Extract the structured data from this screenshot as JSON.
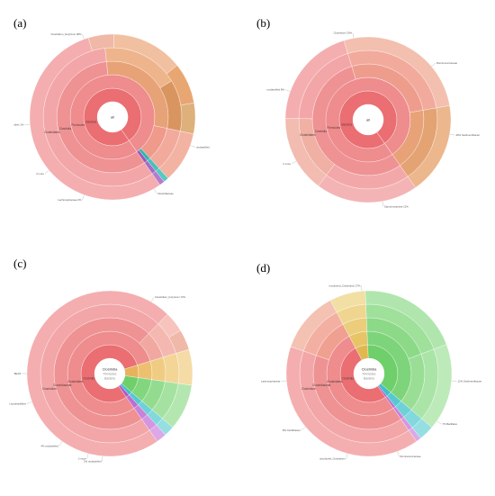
{
  "panels": [
    {
      "label": "(a)",
      "center_lines": [
        "all"
      ],
      "ring_labels": [
        "Bacteria",
        "Firmicutes",
        "Clostridia",
        "Clostridiales"
      ],
      "rings": [
        [
          {
            "v": 1,
            "c": "#ea6e72"
          }
        ],
        [
          {
            "v": 1,
            "c": "#ee8c8e"
          }
        ],
        [
          {
            "v": 0.58,
            "c": "#ef9294"
          },
          {
            "v": 0.3,
            "c": "#e8a277"
          },
          {
            "v": 0.1,
            "c": "#ef9a8a"
          },
          {
            "v": 0.01,
            "c": "#2bb8b0"
          },
          {
            "v": 0.01,
            "c": "#9b59b6"
          }
        ],
        [
          {
            "v": 0.58,
            "c": "#f3a6a7"
          },
          {
            "v": 0.18,
            "c": "#eeb58c"
          },
          {
            "v": 0.12,
            "c": "#d99560"
          },
          {
            "v": 0.1,
            "c": "#f2aa9c"
          },
          {
            "v": 0.01,
            "c": "#44c2ba"
          },
          {
            "v": 0.01,
            "c": "#a86ac4"
          }
        ],
        [
          {
            "v": 0.55,
            "c": "#f4aeb0"
          },
          {
            "v": 0.05,
            "c": "#f0b8a6"
          },
          {
            "v": 0.14,
            "c": "#f1c0a0"
          },
          {
            "v": 0.08,
            "c": "#e8a772"
          },
          {
            "v": 0.06,
            "c": "#ddb07c"
          },
          {
            "v": 0.1,
            "c": "#f3b3a3"
          },
          {
            "v": 0.01,
            "c": "#58c9c1"
          },
          {
            "v": 0.01,
            "c": "#b57bcf"
          }
        ]
      ],
      "outer_labels": [
        {
          "a": 250,
          "t": "Clostridium_butyricum 38%"
        },
        {
          "a": 20,
          "t": "unclassified"
        },
        {
          "a": 60,
          "t": "Clostridiaceae"
        },
        {
          "a": 110,
          "t": "Lachnospiraceae 6%"
        },
        {
          "a": 140,
          "t": "2 more"
        },
        {
          "a": 175,
          "t": "other 1%"
        }
      ]
    },
    {
      "label": "(b)",
      "center_lines": [
        "all"
      ],
      "ring_labels": [
        "Bacteria",
        "Firmicutes",
        "Clostridia",
        "Clostridiales"
      ],
      "rings": [
        [
          {
            "v": 1,
            "c": "#ea6e72"
          }
        ],
        [
          {
            "v": 1,
            "c": "#ee8c8e"
          }
        ],
        [
          {
            "v": 0.55,
            "c": "#ef9294"
          },
          {
            "v": 0.27,
            "c": "#ee9d8d"
          },
          {
            "v": 0.18,
            "c": "#e8a277"
          }
        ],
        [
          {
            "v": 0.2,
            "c": "#f2a8a9"
          },
          {
            "v": 0.15,
            "c": "#f0b0a4"
          },
          {
            "v": 0.2,
            "c": "#f3a6a7"
          },
          {
            "v": 0.27,
            "c": "#f2aa9c"
          },
          {
            "v": 0.18,
            "c": "#e3a373"
          }
        ],
        [
          {
            "v": 0.2,
            "c": "#f4b4b5"
          },
          {
            "v": 0.15,
            "c": "#f2bcb0"
          },
          {
            "v": 0.2,
            "c": "#f4aeb0"
          },
          {
            "v": 0.27,
            "c": "#f3bfae"
          },
          {
            "v": 0.18,
            "c": "#ecb78d"
          }
        ]
      ],
      "outer_labels": [
        {
          "a": 10,
          "t": "40% Sedimentibacter"
        },
        {
          "a": 80,
          "t": "Sporomusaceae 12%"
        },
        {
          "a": 150,
          "t": "2 more"
        },
        {
          "a": 200,
          "t": "unclassified 8%"
        },
        {
          "a": 260,
          "t": "Clostridium 20%"
        },
        {
          "a": 320,
          "t": "Ruminococcaceae"
        }
      ]
    },
    {
      "label": "(c)",
      "center_lines": [
        "Clostridia",
        "Firmicutes",
        "Bacteria"
      ],
      "ring_labels": [
        "Clostridia",
        "Clostridiales",
        "Clostridiaceae",
        "Clostridium"
      ],
      "rings": [
        [
          {
            "v": 0.8,
            "c": "#ea6e72"
          },
          {
            "v": 0.07,
            "c": "#e8b25c"
          },
          {
            "v": 0.09,
            "c": "#6fcf6a"
          },
          {
            "v": 0.02,
            "c": "#3ec0c8"
          },
          {
            "v": 0.02,
            "c": "#b05ac8"
          }
        ],
        [
          {
            "v": 0.8,
            "c": "#ee8c8e"
          },
          {
            "v": 0.07,
            "c": "#edc070"
          },
          {
            "v": 0.09,
            "c": "#82d67e"
          },
          {
            "v": 0.02,
            "c": "#55c9d0"
          },
          {
            "v": 0.02,
            "c": "#bd6ed2"
          }
        ],
        [
          {
            "v": 0.72,
            "c": "#ef9294"
          },
          {
            "v": 0.08,
            "c": "#f1a8a0"
          },
          {
            "v": 0.07,
            "c": "#f0cc82"
          },
          {
            "v": 0.09,
            "c": "#93dc8f"
          },
          {
            "v": 0.02,
            "c": "#6dd1d7"
          },
          {
            "v": 0.02,
            "c": "#c982da"
          }
        ],
        [
          {
            "v": 0.72,
            "c": "#f3a6a7"
          },
          {
            "v": 0.08,
            "c": "#f4b8b0"
          },
          {
            "v": 0.07,
            "c": "#f3d596"
          },
          {
            "v": 0.09,
            "c": "#a5e2a1"
          },
          {
            "v": 0.02,
            "c": "#82d8dd"
          },
          {
            "v": 0.02,
            "c": "#d496e1"
          }
        ],
        [
          {
            "v": 0.72,
            "c": "#f4aeb0"
          },
          {
            "v": 0.04,
            "c": "#f6c4bd"
          },
          {
            "v": 0.04,
            "c": "#f0b8a8"
          },
          {
            "v": 0.07,
            "c": "#f5dca6"
          },
          {
            "v": 0.09,
            "c": "#b4e7b0"
          },
          {
            "v": 0.02,
            "c": "#95dee2"
          },
          {
            "v": 0.02,
            "c": "#dda8e7"
          }
        ]
      ],
      "outer_labels": [
        {
          "a": 300,
          "t": "Clostridium_butyricum 72%"
        },
        {
          "a": 95,
          "t": "2% unclassified"
        },
        {
          "a": 105,
          "t": "2 more"
        },
        {
          "a": 125,
          "t": "4% unclassified"
        },
        {
          "a": 160,
          "t": "Lactobacillales"
        },
        {
          "a": 180,
          "t": "Bacilli"
        }
      ]
    },
    {
      "label": "(d)",
      "center_lines": [
        "Clostridia",
        "Firmicutes",
        "Bacteria"
      ],
      "ring_labels": [
        "Clostridia",
        "Clostridiales",
        "Clostridiaceae",
        "Clostridium"
      ],
      "rings": [
        [
          {
            "v": 0.52,
            "c": "#ea6e72"
          },
          {
            "v": 0.07,
            "c": "#e0b850"
          },
          {
            "v": 0.37,
            "c": "#6fcf6a"
          },
          {
            "v": 0.03,
            "c": "#3ec0c8"
          },
          {
            "v": 0.01,
            "c": "#b05ac8"
          }
        ],
        [
          {
            "v": 0.52,
            "c": "#ee8c8e"
          },
          {
            "v": 0.07,
            "c": "#e7c466"
          },
          {
            "v": 0.37,
            "c": "#7ed47a"
          },
          {
            "v": 0.03,
            "c": "#55c9d0"
          },
          {
            "v": 0.01,
            "c": "#bd6ed2"
          }
        ],
        [
          {
            "v": 0.4,
            "c": "#ef9294"
          },
          {
            "v": 0.12,
            "c": "#f0a090"
          },
          {
            "v": 0.07,
            "c": "#ebcd7c"
          },
          {
            "v": 0.2,
            "c": "#8cd988"
          },
          {
            "v": 0.17,
            "c": "#9ade96"
          },
          {
            "v": 0.03,
            "c": "#6dd1d7"
          },
          {
            "v": 0.01,
            "c": "#c982da"
          }
        ],
        [
          {
            "v": 0.4,
            "c": "#f3a6a7"
          },
          {
            "v": 0.12,
            "c": "#f3b0a2"
          },
          {
            "v": 0.07,
            "c": "#efd690"
          },
          {
            "v": 0.2,
            "c": "#9fe09b"
          },
          {
            "v": 0.17,
            "c": "#abe4a7"
          },
          {
            "v": 0.03,
            "c": "#82d8dd"
          },
          {
            "v": 0.01,
            "c": "#d496e1"
          }
        ],
        [
          {
            "v": 0.4,
            "c": "#f4aeb0"
          },
          {
            "v": 0.12,
            "c": "#f3c2b2"
          },
          {
            "v": 0.07,
            "c": "#f2dfa4"
          },
          {
            "v": 0.2,
            "c": "#b0e6ad"
          },
          {
            "v": 0.17,
            "c": "#bdeab9"
          },
          {
            "v": 0.03,
            "c": "#95dee2"
          },
          {
            "v": 0.01,
            "c": "#dda8e7"
          }
        ]
      ],
      "outer_labels": [
        {
          "a": 265,
          "t": "uncultured_Clostridium 27%"
        },
        {
          "a": 5,
          "t": "12% Sedimentibacter"
        },
        {
          "a": 35,
          "t": "7% Bacillales"
        },
        {
          "a": 70,
          "t": "Ruminococcaceae"
        },
        {
          "a": 105,
          "t": "uncultured_Clostridium"
        },
        {
          "a": 140,
          "t": "8% Oscillibacter"
        },
        {
          "a": 175,
          "t": "Lachnospiraceae"
        }
      ]
    }
  ]
}
